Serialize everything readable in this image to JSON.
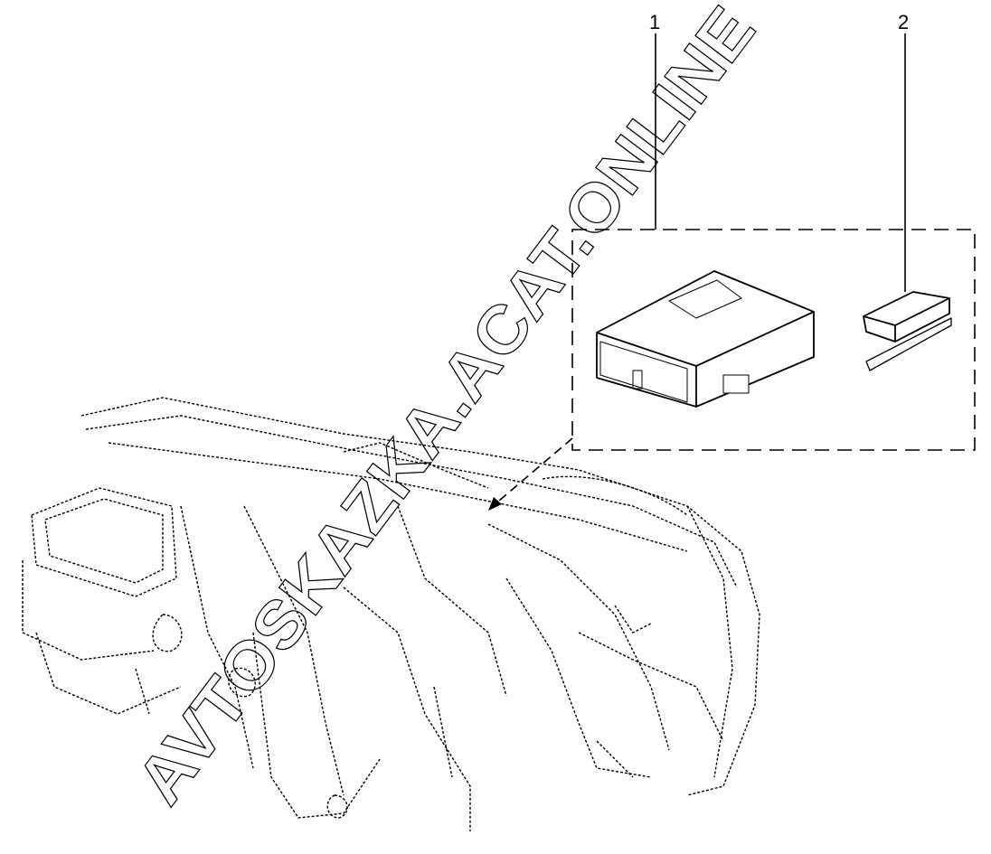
{
  "callouts": [
    {
      "number": "1",
      "part": "control-unit"
    },
    {
      "number": "2",
      "part": "module"
    }
  ],
  "watermark": "AVTOSKAZKA.ACAT.ONLINE",
  "colors": {
    "line": "#000000",
    "background": "#ffffff"
  }
}
